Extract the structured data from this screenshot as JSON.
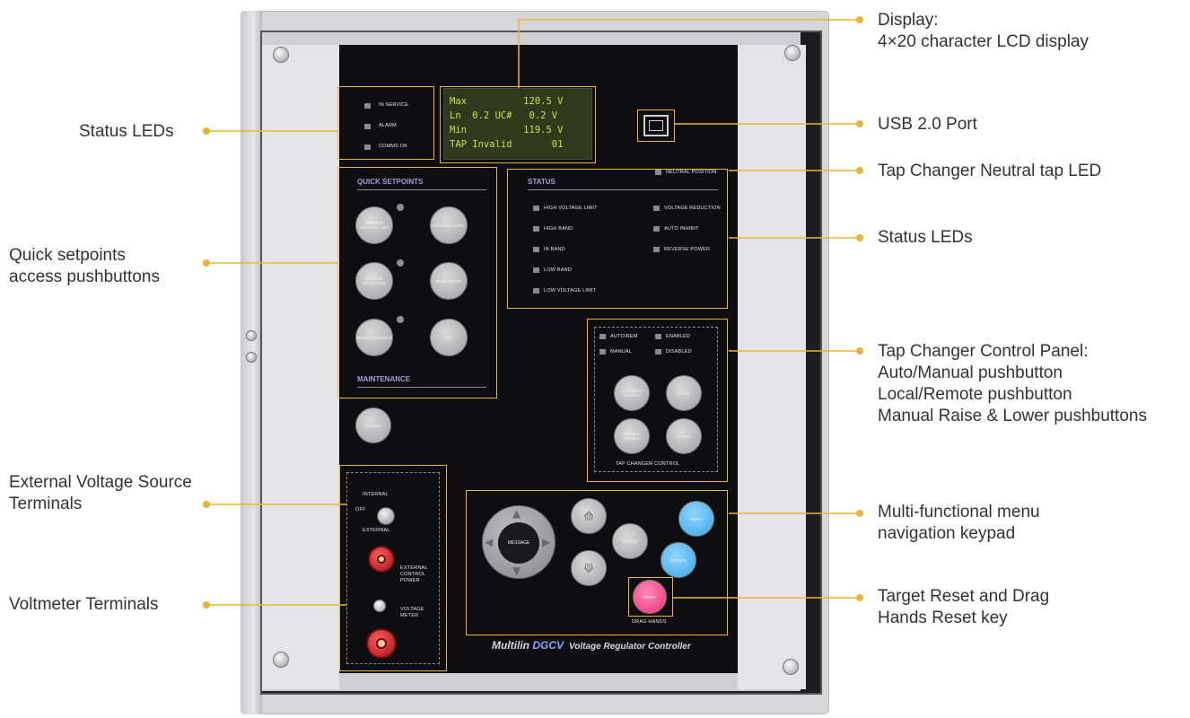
{
  "callouts": {
    "display": [
      "Display:",
      "4×20 character LCD display"
    ],
    "status_leds_left": [
      "Status LEDs"
    ],
    "usb": [
      "USB 2.0 Port"
    ],
    "neutral_tap": [
      "Tap Changer Neutral tap LED"
    ],
    "status_leds_right": [
      "Status LEDs"
    ],
    "quick_setpoints": [
      "Quick setpoints",
      "access pushbuttons"
    ],
    "tap_changer": [
      "Tap Changer Control Panel:",
      "Auto/Manual pushbutton",
      "Local/Remote pushbutton",
      "Manual Raise & Lower pushbuttons"
    ],
    "external_voltage": [
      "External Voltage Source",
      "Terminals"
    ],
    "keypad": [
      "Multi-functional menu",
      "navigation keypad"
    ],
    "voltmeter": [
      "Voltmeter Terminals"
    ],
    "target_reset": [
      "Target Reset and Drag",
      "Hands Reset key"
    ]
  },
  "lcd": [
    "Max          120.5 V",
    "Ln  0.2 UC#   0.2 V",
    "Min          119.5 V",
    "TAP Invalid       01"
  ],
  "panel": {
    "status_top_leds": [
      "IN SERVICE",
      "ALARM",
      "COMMS OK"
    ],
    "quick_setpoints_title": "QUICK SETPOINTS",
    "quick_buttons": [
      "REMOTE VOLTAGE LIMIT",
      "VOLTAGE LEVEL",
      "VOLTAGE REDUCTION",
      "BAND WIDTH",
      "REVERSE POWER",
      "LDC"
    ],
    "maintenance_title": "MAINTENANCE",
    "maintenance_button": "BYPASS",
    "status_title": "STATUS",
    "neutral_position": "NEUTRAL POSITION",
    "status_left": [
      "HIGH VOLTAGE LIMIT",
      "HIGH BAND",
      "IN BAND",
      "LOW BAND",
      "LOW VOLTAGE LIMIT"
    ],
    "status_right": [
      "VOLTAGE REDUCTION",
      "AUTO INHIBIT",
      "REVERSE POWER"
    ],
    "tap_leds": [
      "AUTO/REM",
      "MANUAL",
      "ENABLED",
      "DISABLED"
    ],
    "tap_buttons": [
      "AUTO/MAN MANUAL",
      "RAISE",
      "ENABLE DISABLE",
      "LOWER"
    ],
    "tap_title": "TAP CHANGER CONTROL",
    "keypad_center": "MESSAGE",
    "keypad_enter": "ENTER",
    "keypad_menu": "MENU",
    "keypad_escape": "ESCAPE",
    "reset": "RESET",
    "drag_hands": "DRAG HANDS",
    "internal": "INTERNAL",
    "off": "OFF",
    "external": "EXTERNAL",
    "ext_control_power": "EXTERNAL CONTROL POWER",
    "voltage_meter": "VOLTAGE METER",
    "brand_main": "Multilin ",
    "brand_model": "DGCV",
    "brand_sub": "Voltage Regulator Controller"
  },
  "colors": {
    "callout_line": "#e8b53a",
    "panel": "#0e0e10",
    "lcd_bg": "#2d3a1c",
    "lcd_text": "#c9e24a",
    "menu_button": "#3aa6e6",
    "reset_button": "#ec2f78"
  }
}
